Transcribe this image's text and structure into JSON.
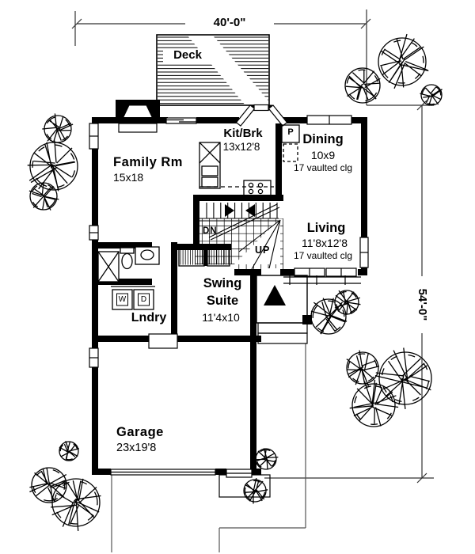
{
  "drawing": {
    "dimensions": {
      "width": "40'-0\"",
      "height": "54'-0\""
    },
    "rooms": {
      "deck": {
        "name": "Deck"
      },
      "family_room": {
        "name": "Family Rm",
        "size": "15x18"
      },
      "kitchen_breakfast": {
        "name": "Kit/Brk",
        "size": "13x12'8"
      },
      "dining": {
        "name": "Dining",
        "size": "10x9",
        "ceiling": "17 vaulted clg"
      },
      "living": {
        "name": "Living",
        "size": "11'8x12'8",
        "ceiling": "17 vaulted clg"
      },
      "swing_suite": {
        "name_line_1": "Swing",
        "name_line_2": "Suite",
        "size": "11'4x10"
      },
      "laundry": {
        "name": "Lndry"
      },
      "garage": {
        "name": "Garage",
        "size": "23x19'8"
      }
    },
    "labels": {
      "stairs_down": "DN",
      "stairs_up": "UP",
      "pantry": "P",
      "washer": "W",
      "dryer": "D"
    },
    "icons": {
      "entry_marker": "▲"
    }
  },
  "colors": {
    "ink": "#000000",
    "paper": "#ffffff",
    "site_line": "#555555",
    "dim_line": "#333333"
  }
}
